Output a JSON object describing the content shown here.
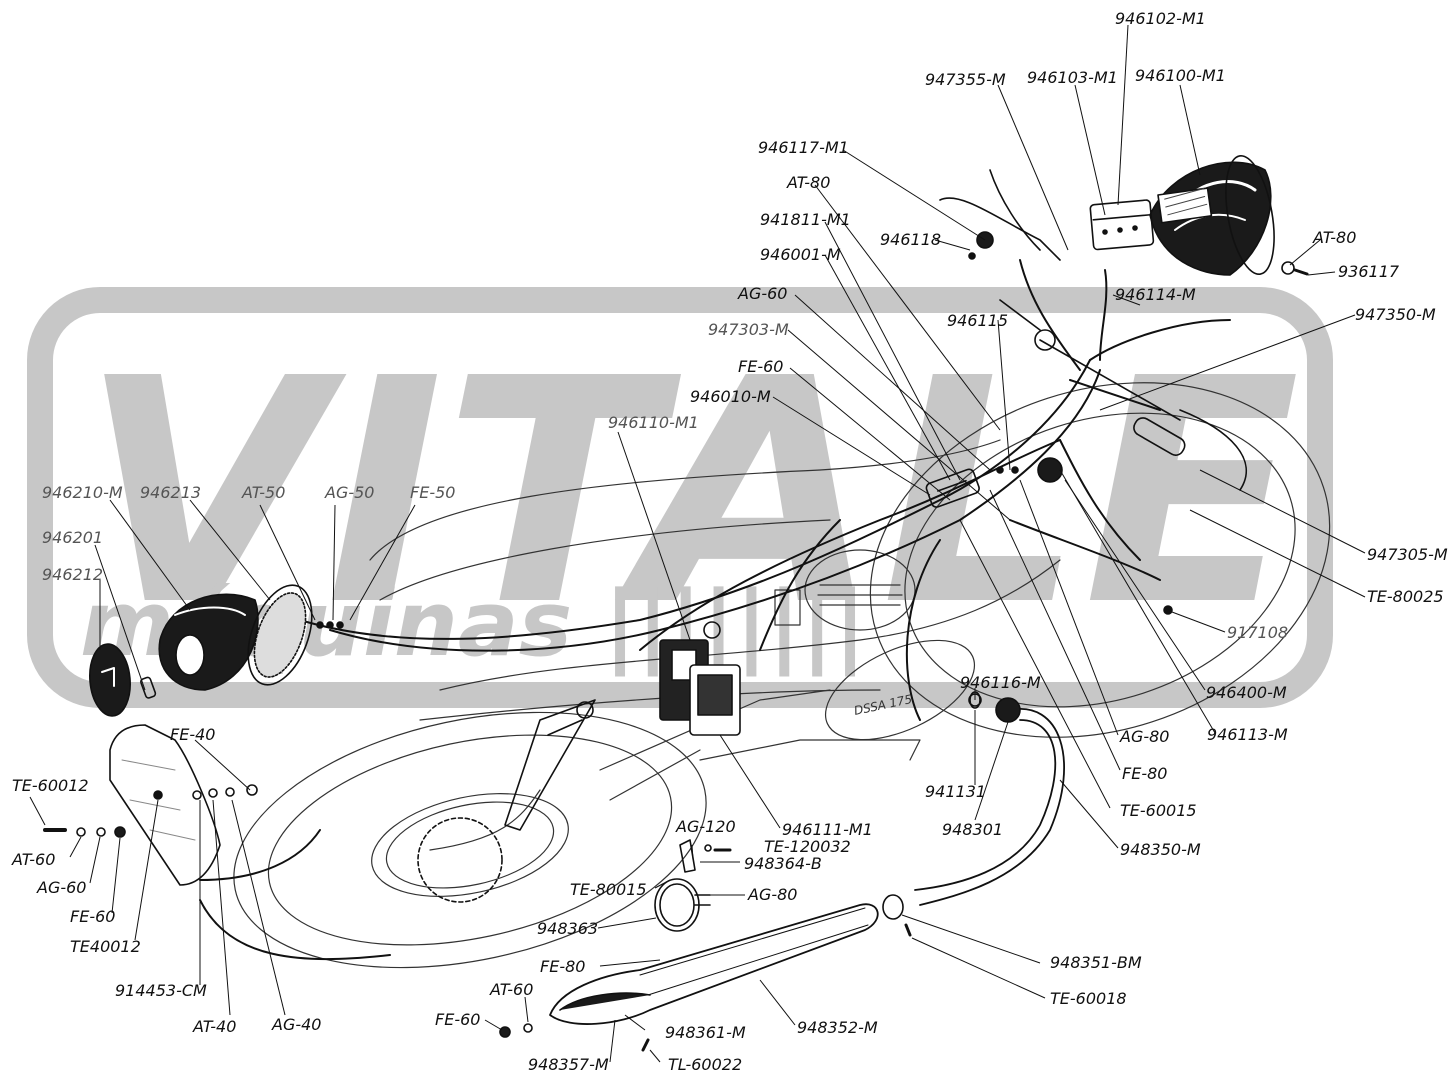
{
  "watermark": {
    "title": "VITALE",
    "subtitle": "máquinas ||||||||",
    "color": "#9a9a9a"
  },
  "colors": {
    "ink": "#111111",
    "faint": "#6b6b6b",
    "background": "#ffffff"
  },
  "callouts": [
    {
      "id": "946102-M1",
      "text": "946102-M1"
    },
    {
      "id": "947355-M",
      "text": "947355-M"
    },
    {
      "id": "946103-M1",
      "text": "946103-M1"
    },
    {
      "id": "946100-M1",
      "text": "946100-M1"
    },
    {
      "id": "946117-M1",
      "text": "946117-M1"
    },
    {
      "id": "AT-80-top",
      "text": "AT-80"
    },
    {
      "id": "941811-M1",
      "text": "941811-M1"
    },
    {
      "id": "946118",
      "text": "946118"
    },
    {
      "id": "AT-80-right",
      "text": "AT-80"
    },
    {
      "id": "936117",
      "text": "936117"
    },
    {
      "id": "946001-M",
      "text": "946001-M"
    },
    {
      "id": "946114-M",
      "text": "946114-M"
    },
    {
      "id": "AG-60-top",
      "text": "AG-60"
    },
    {
      "id": "947350-M",
      "text": "947350-M"
    },
    {
      "id": "946115",
      "text": "946115"
    },
    {
      "id": "947303-M",
      "text": "947303-M"
    },
    {
      "id": "FE-60-top",
      "text": "FE-60"
    },
    {
      "id": "946010-M",
      "text": "946010-M"
    },
    {
      "id": "946110-M1",
      "text": "946110-M1"
    },
    {
      "id": "946210-M",
      "text": "946210-M"
    },
    {
      "id": "946213",
      "text": "946213"
    },
    {
      "id": "AT-50",
      "text": "AT-50"
    },
    {
      "id": "AG-50",
      "text": "AG-50"
    },
    {
      "id": "FE-50",
      "text": "FE-50"
    },
    {
      "id": "946201",
      "text": "946201"
    },
    {
      "id": "946212",
      "text": "946212"
    },
    {
      "id": "947305-M",
      "text": "947305-M"
    },
    {
      "id": "TE-80025",
      "text": "TE-80025"
    },
    {
      "id": "917108",
      "text": "917108"
    },
    {
      "id": "946400-M",
      "text": "946400-M"
    },
    {
      "id": "946116-M",
      "text": "946116-M"
    },
    {
      "id": "FE-40",
      "text": "FE-40"
    },
    {
      "id": "AG-80-right",
      "text": "AG-80"
    },
    {
      "id": "946113-M",
      "text": "946113-M"
    },
    {
      "id": "TE-60012",
      "text": "TE-60012"
    },
    {
      "id": "941131",
      "text": "941131"
    },
    {
      "id": "FE-80-right",
      "text": "FE-80"
    },
    {
      "id": "948301",
      "text": "948301"
    },
    {
      "id": "TE-60015",
      "text": "TE-60015"
    },
    {
      "id": "AT-60-left",
      "text": "AT-60"
    },
    {
      "id": "946111-M1",
      "text": "946111-M1"
    },
    {
      "id": "AG-120",
      "text": "AG-120"
    },
    {
      "id": "TE-120032",
      "text": "TE-120032"
    },
    {
      "id": "948350-M",
      "text": "948350-M"
    },
    {
      "id": "948364-B",
      "text": "948364-B"
    },
    {
      "id": "AG-60-left",
      "text": "AG-60"
    },
    {
      "id": "TE-80015",
      "text": "TE-80015"
    },
    {
      "id": "FE-60-left",
      "text": "FE-60"
    },
    {
      "id": "AG-80-mid",
      "text": "AG-80"
    },
    {
      "id": "TE40012",
      "text": "TE40012"
    },
    {
      "id": "948363",
      "text": "948363"
    },
    {
      "id": "948351-BM",
      "text": "948351-BM"
    },
    {
      "id": "914453-CM",
      "text": "914453-CM"
    },
    {
      "id": "FE-80-mid",
      "text": "FE-80"
    },
    {
      "id": "TE-60018",
      "text": "TE-60018"
    },
    {
      "id": "AT-60-bottom",
      "text": "AT-60"
    },
    {
      "id": "AT-40",
      "text": "AT-40"
    },
    {
      "id": "AG-40",
      "text": "AG-40"
    },
    {
      "id": "FE-60-bottom",
      "text": "FE-60"
    },
    {
      "id": "948361-M",
      "text": "948361-M"
    },
    {
      "id": "948352-M",
      "text": "948352-M"
    },
    {
      "id": "948357-M",
      "text": "948357-M"
    },
    {
      "id": "TL-60022",
      "text": "TL-60022"
    },
    {
      "id": "frame-mark",
      "text": "DSSA 175"
    }
  ]
}
